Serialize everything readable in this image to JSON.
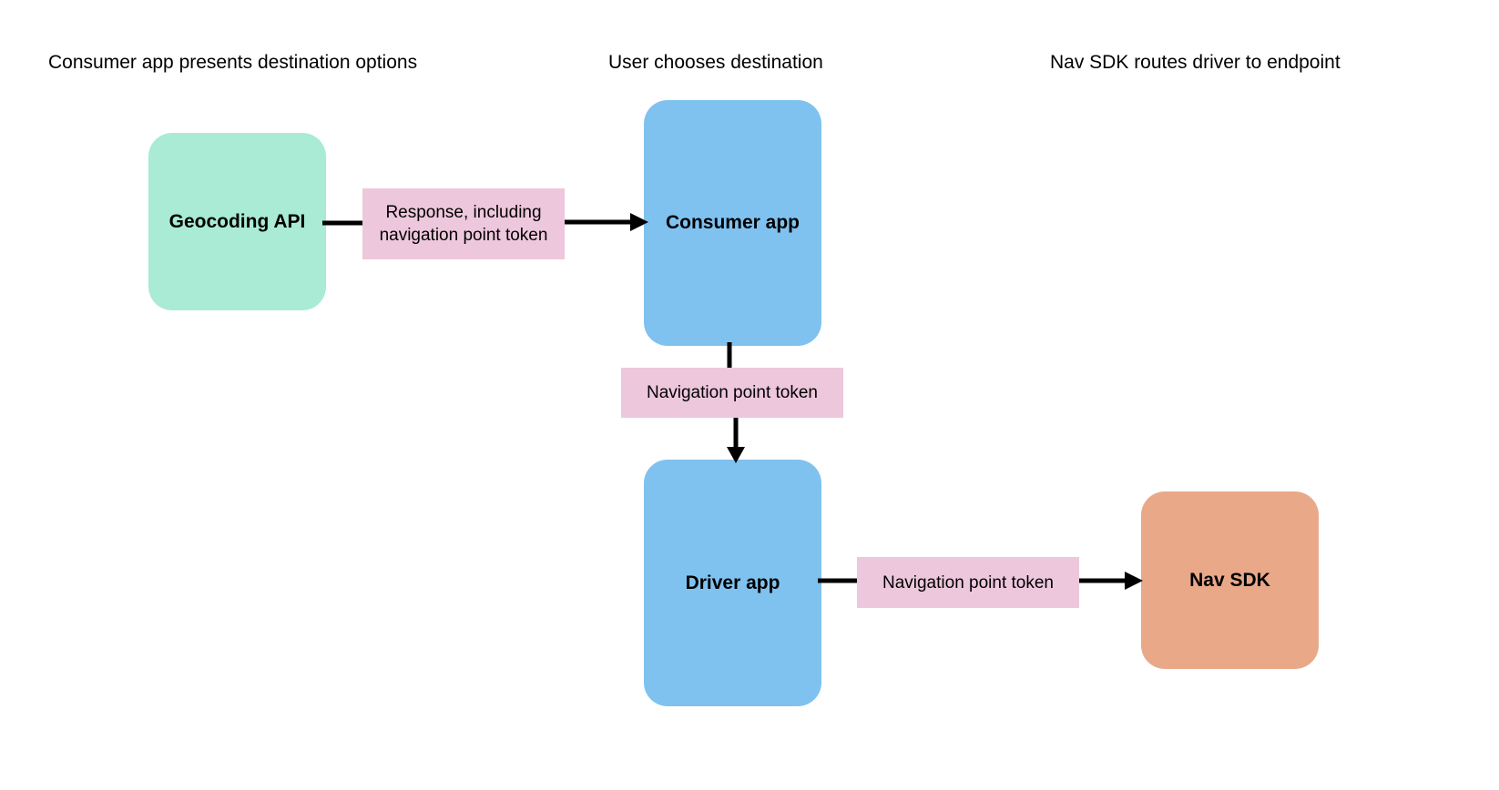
{
  "diagram": {
    "title_row": [
      {
        "id": "col-1",
        "label": "Consumer app presents destination options"
      },
      {
        "id": "col-2",
        "label": "User chooses destination"
      },
      {
        "id": "col-3",
        "label": "Nav SDK routes driver to endpoint"
      }
    ],
    "nodes": [
      {
        "id": "geocoding-api",
        "label": "Geocoding API",
        "color": "#a9ebd4"
      },
      {
        "id": "consumer-app",
        "label": "Consumer app",
        "color": "#7fc2f0"
      },
      {
        "id": "driver-app",
        "label": "Driver app",
        "color": "#7fc2f0"
      },
      {
        "id": "nav-sdk",
        "label": "Nav SDK",
        "color": "#e9a888"
      }
    ],
    "edges": [
      {
        "id": "geocoding-to-consumer",
        "from": "geocoding-api",
        "to": "consumer-app",
        "label": "Response, including navigation point token",
        "label_color": "#edc7dc",
        "direction": "right"
      },
      {
        "id": "consumer-to-driver",
        "from": "consumer-app",
        "to": "driver-app",
        "label": "Navigation point token",
        "label_color": "#edc7dc",
        "direction": "down"
      },
      {
        "id": "driver-to-navsdk",
        "from": "driver-app",
        "to": "nav-sdk",
        "label": "Navigation point token",
        "label_color": "#edc7dc",
        "direction": "right"
      }
    ],
    "colors": {
      "background": "#ffffff",
      "text": "#000000",
      "arrow": "#000000",
      "mint": "#a9ebd4",
      "blue": "#7fc2f0",
      "pink": "#edc7dc",
      "orange": "#e9a888"
    }
  }
}
